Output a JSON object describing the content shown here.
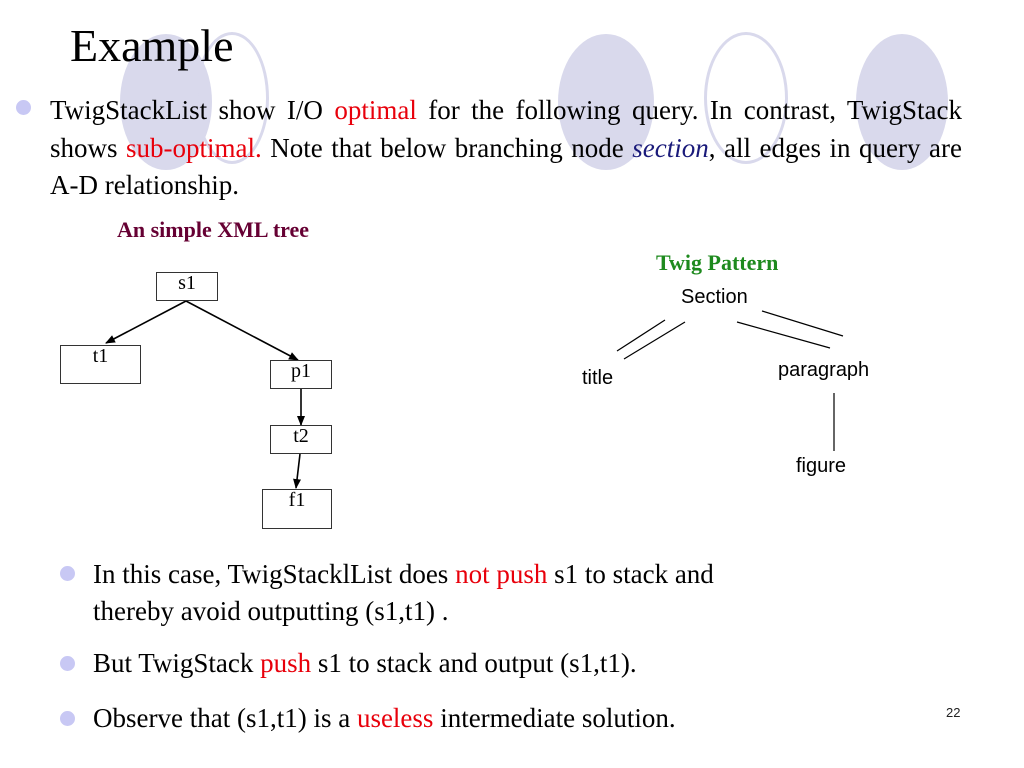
{
  "slide": {
    "title": "Example",
    "page_number": "22",
    "colors": {
      "emphasis_red": "#e8000b",
      "italic_navy": "#1a1a7a",
      "xml_heading": "#660033",
      "twig_heading": "#1e8a1e",
      "bullet": "#c8c8f4",
      "decor": "#d9d9ec"
    }
  },
  "main_bullet": {
    "parts": [
      "TwigStackList show I/O ",
      "optimal",
      " for the following  query. In contrast, TwigStack shows ",
      "sub-optimal.",
      " Note that below branching node ",
      "section",
      ", all edges in query are A-D relationship."
    ]
  },
  "xml_tree": {
    "heading": "An simple XML tree",
    "nodes": {
      "s1": "s1",
      "t1": "t1",
      "p1": "p1",
      "t2": "t2",
      "f1": "f1"
    }
  },
  "twig_pattern": {
    "heading": "Twig Pattern",
    "nodes": {
      "section": "Section",
      "title": "title",
      "paragraph": "paragraph",
      "figure": "figure"
    }
  },
  "sub_bullets": [
    {
      "parts": [
        "In this case, TwigStacklList does ",
        "not push",
        " s1 to stack  and"
      ],
      "line2": "thereby avoid outputting (s1,t1) ."
    },
    {
      "parts": [
        "But TwigStack ",
        "push",
        " s1 to stack and output (s1,t1)."
      ]
    },
    {
      "parts": [
        "Observe that (s1,t1) is a ",
        "useless",
        " intermediate solution."
      ]
    }
  ]
}
